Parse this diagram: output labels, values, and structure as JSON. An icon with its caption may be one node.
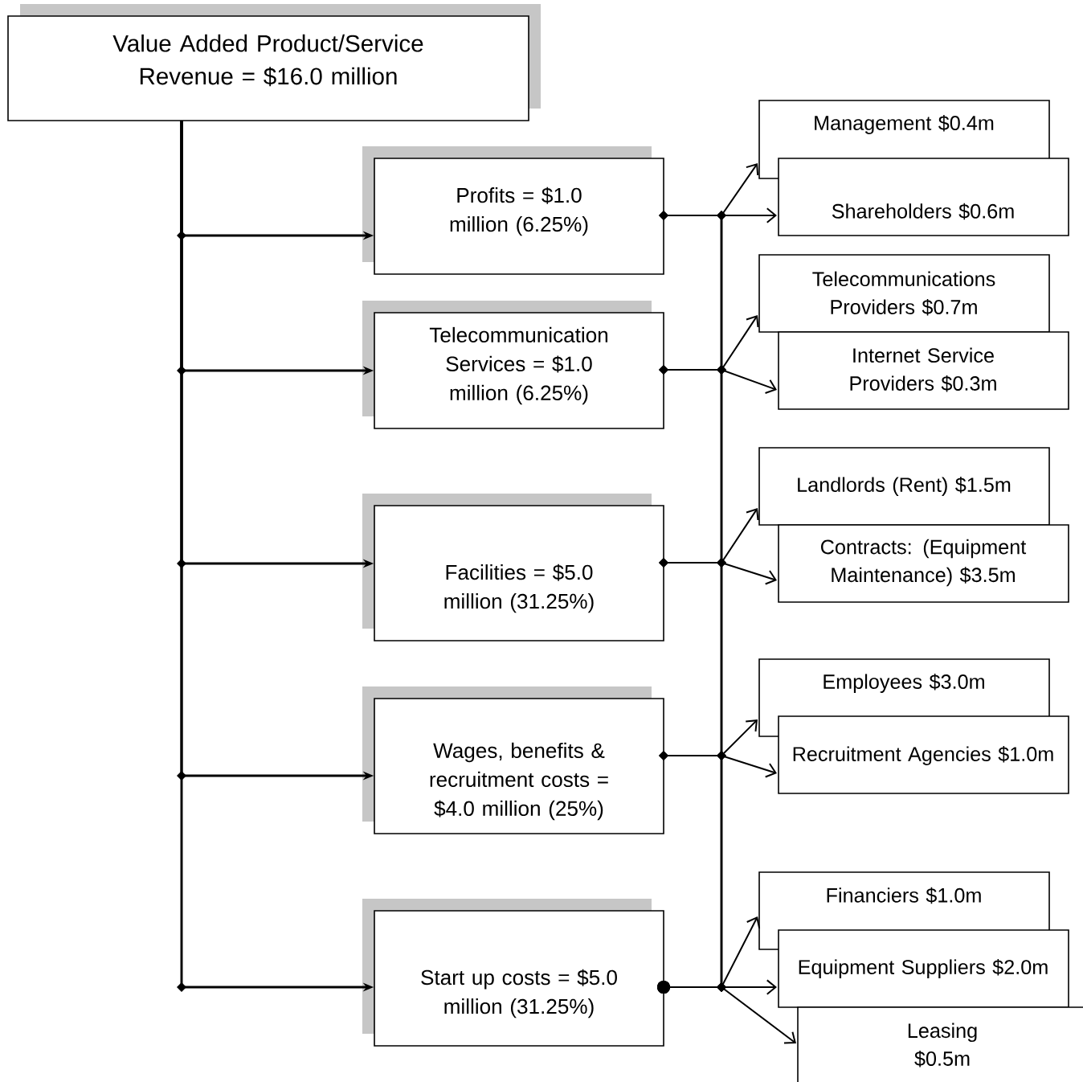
{
  "diagram": {
    "nodes": [
      {
        "text": [
          "Value Added Product/Service Revenue = $16.0 million"
        ]
      },
      {
        "text": [
          "Profits = $1.0 million (6.25%)"
        ]
      },
      {
        "text": [
          "Management $0.4m"
        ]
      },
      {
        "text": [
          "Shareholders $0.6m"
        ]
      },
      {
        "text": [
          "Telecommunication Services = $1.0 million (6.25%)"
        ]
      },
      {
        "text": [
          "Telecommunications Providers $0.7m"
        ]
      },
      {
        "text": [
          "Internet Service Providers $0.3m"
        ]
      },
      {
        "text": [
          "Facilities = $5.0 million (31.25%)"
        ]
      },
      {
        "text": [
          "Landlords (Rent) $1.5m"
        ]
      },
      {
        "text": [
          "Contracts: (Equipment Maintenance) $3.5m"
        ]
      },
      {
        "text": [
          "Wages, benefits & recruitment costs = $4.0 million (25%)"
        ]
      },
      {
        "text": [
          "Employees $3.0m"
        ]
      },
      {
        "text": [
          "Recruitment Agencies $1.0m"
        ]
      },
      {
        "text": [
          "Start up costs = $5.0 million (31.25%)"
        ]
      },
      {
        "text": [
          "Financiers $1.0m"
        ]
      },
      {
        "text": [
          "Equipment Suppliers $2.0m"
        ]
      },
      {
        "text": [
          "Leasing $0.5m"
        ]
      }
    ],
    "edges": [
      {
        "from": 0,
        "to": 1,
        "arrow": "to"
      },
      {
        "from": 0,
        "to": 4,
        "arrow": "to"
      },
      {
        "from": 0,
        "to": 7,
        "arrow": "to"
      },
      {
        "from": 0,
        "to": 10,
        "arrow": "to"
      },
      {
        "from": 0,
        "to": 13,
        "arrow": "to"
      },
      {
        "from": 1,
        "to": 2,
        "arrow": "to"
      },
      {
        "from": 1,
        "to": 3,
        "arrow": "to"
      },
      {
        "from": 4,
        "to": 5,
        "arrow": "to"
      },
      {
        "from": 4,
        "to": 6,
        "arrow": "to"
      },
      {
        "from": 7,
        "to": 8,
        "arrow": "to"
      },
      {
        "from": 7,
        "to": 9,
        "arrow": "to"
      },
      {
        "from": 10,
        "to": 11,
        "arrow": "to"
      },
      {
        "from": 10,
        "to": 12,
        "arrow": "to"
      },
      {
        "from": 13,
        "to": 14,
        "arrow": "to"
      },
      {
        "from": 13,
        "to": 15,
        "arrow": "to"
      },
      {
        "from": 13,
        "to": 16,
        "arrow": "to"
      }
    ]
  }
}
